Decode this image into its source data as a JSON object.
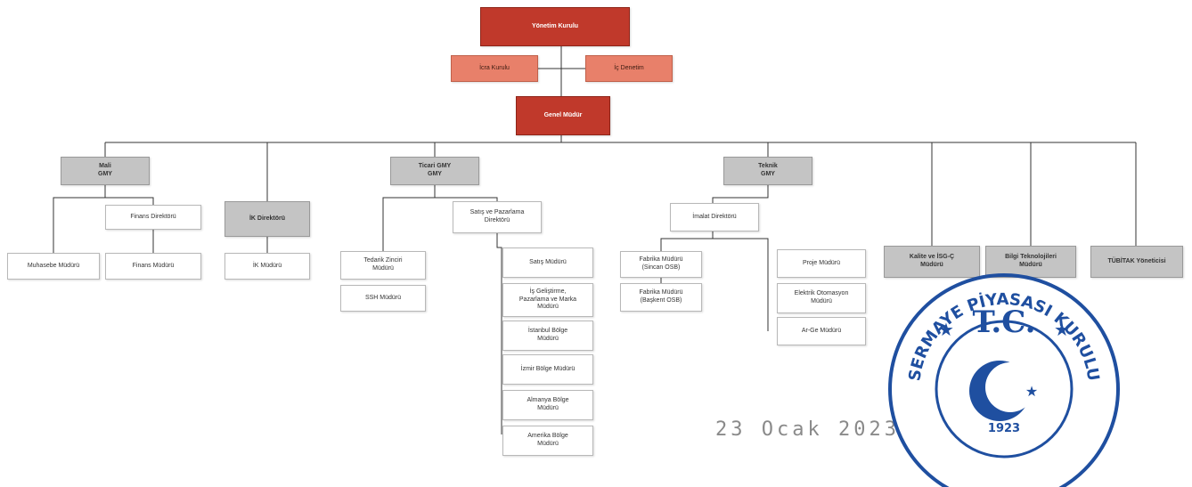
{
  "nodes": {
    "yonetim_kurulu": "Yönetim Kurulu",
    "icra_kurulu": "İcra Kurulu",
    "ic_denetim": "İç Denetim",
    "genel_mudur": "Genel Müdür",
    "mali_gmy": "Mali\nGMY",
    "ik_direktoru": "İK Direktörü",
    "ticari_gmy": "Ticari GMY\nGMY",
    "teknik_gmy": "Teknik\nGMY",
    "finans_direktoru": "Finans Direktörü",
    "muhasebe_muduru": "Muhasebe Müdürü",
    "finans_muduru": "Finans Müdürü",
    "ik_muduru": "İK Müdürü",
    "tedarik_zinciri_muduru": "Tedarik Zinciri\nMüdürü",
    "ssh_muduru": "SSH Müdürü",
    "satis_pazarlama_direktoru": "Satış ve Pazarlama\nDirektörü",
    "satis_muduru": "Satış Müdürü",
    "is_gelistirme_muduru": "İş Geliştirme,\nPazarlama ve Marka\nMüdürü",
    "istanbul_bolge_muduru": "İstanbul Bölge\nMüdürü",
    "izmir_bolge_muduru": "İzmir Bölge Müdürü",
    "almanya_bolge_muduru": "Almanya Bölge\nMüdürü",
    "amerika_bolge_muduru": "Amerika Bölge\nMüdürü",
    "imalat_direktoru": "İmalat Direktörü",
    "fabrika_muduru_sincan": "Fabrika Müdürü\n(Sincan OSB)",
    "fabrika_muduru_baskent": "Fabrika Müdürü\n(Başkent OSB)",
    "proje_muduru": "Proje Müdürü",
    "elektrik_otomasyon_muduru": "Elektrik Otomasyon\nMüdürü",
    "arge_muduru": "Ar-Ge Müdürü",
    "kalite_isg_muduru": "Kalite ve İSG-Ç\nMüdürü",
    "bilgi_teknolojileri_muduru": "Bilgi Teknolojileri\nMüdürü",
    "tubitak_yoneticisi": "TÜBİTAK Yöneticisi"
  },
  "stamp": {
    "title": "T.C.",
    "year": "1923",
    "ring_text": "SERMAYE PİYASASI KURULU"
  },
  "date_stamp": "23 Ocak 2023",
  "colors": {
    "board": "#c0392b",
    "committee": "#e8806a",
    "gmy": "#c4c4c4",
    "connector": "#333333",
    "stamp_ink": "#1f4fa0"
  }
}
